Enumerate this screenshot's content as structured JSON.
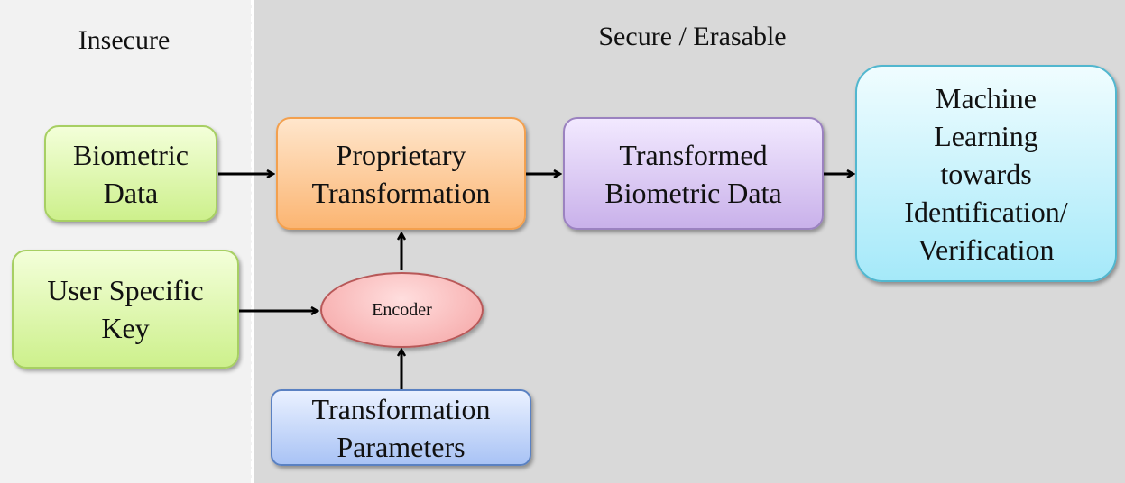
{
  "zones": {
    "insecure_label": "Insecure",
    "secure_label": "Secure / Erasable"
  },
  "nodes": {
    "biometric_data": "Biometric\nData",
    "user_specific_key": "User Specific\nKey",
    "proprietary_transformation": "Proprietary\nTransformation",
    "encoder": "Encoder",
    "transformation_parameters": "Transformation\nParameters",
    "transformed_biometric_data": "Transformed\nBiometric Data",
    "machine_learning": "Machine\nLearning\ntowards\nIdentification/\nVerification"
  },
  "colors": {
    "insecure_bg": "#f2f2f2",
    "secure_bg": "#d9d9d9",
    "green": "#cdf08c",
    "orange": "#fbb572",
    "purple": "#c9b1ea",
    "cyan": "#a5e9f9",
    "blue": "#a9c3f5",
    "encoder": "#f5a3a3"
  }
}
